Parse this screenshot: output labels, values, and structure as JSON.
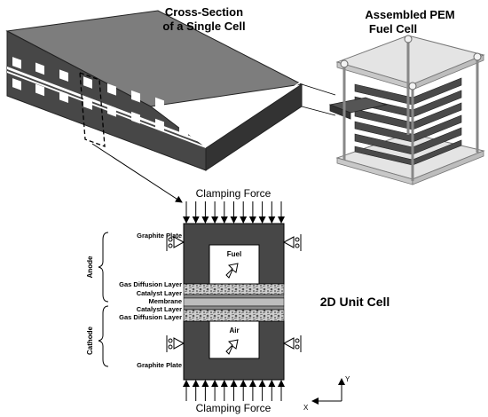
{
  "labels": {
    "cross_section_line1": "Cross-Section",
    "cross_section_line2": "of a Single Cell",
    "assembled_line1": "Assembled PEM",
    "assembled_line2": "Fuel Cell",
    "clamping_top": "Clamping Force",
    "clamping_bottom": "Clamping Force",
    "unit_cell": "2D Unit Cell",
    "fuel": "Fuel",
    "air": "Air",
    "anode": "Anode",
    "cathode": "Cathode",
    "graphite_top": "Graphite Plate",
    "gdl_top": "Gas Diffusion Layer",
    "catalyst_top": "Catalyst Layer",
    "membrane": "Membrane",
    "catalyst_bottom": "Catalyst Layer",
    "gdl_bottom": "Gas Diffusion Layer",
    "graphite_bottom": "Graphite Plate",
    "axis_y": "Y",
    "axis_x": "X"
  },
  "colors": {
    "plate_dark": "#474747",
    "block_top": "#7d7d7d",
    "block_side": "#333333",
    "stack_light": "#d9d9d9"
  }
}
